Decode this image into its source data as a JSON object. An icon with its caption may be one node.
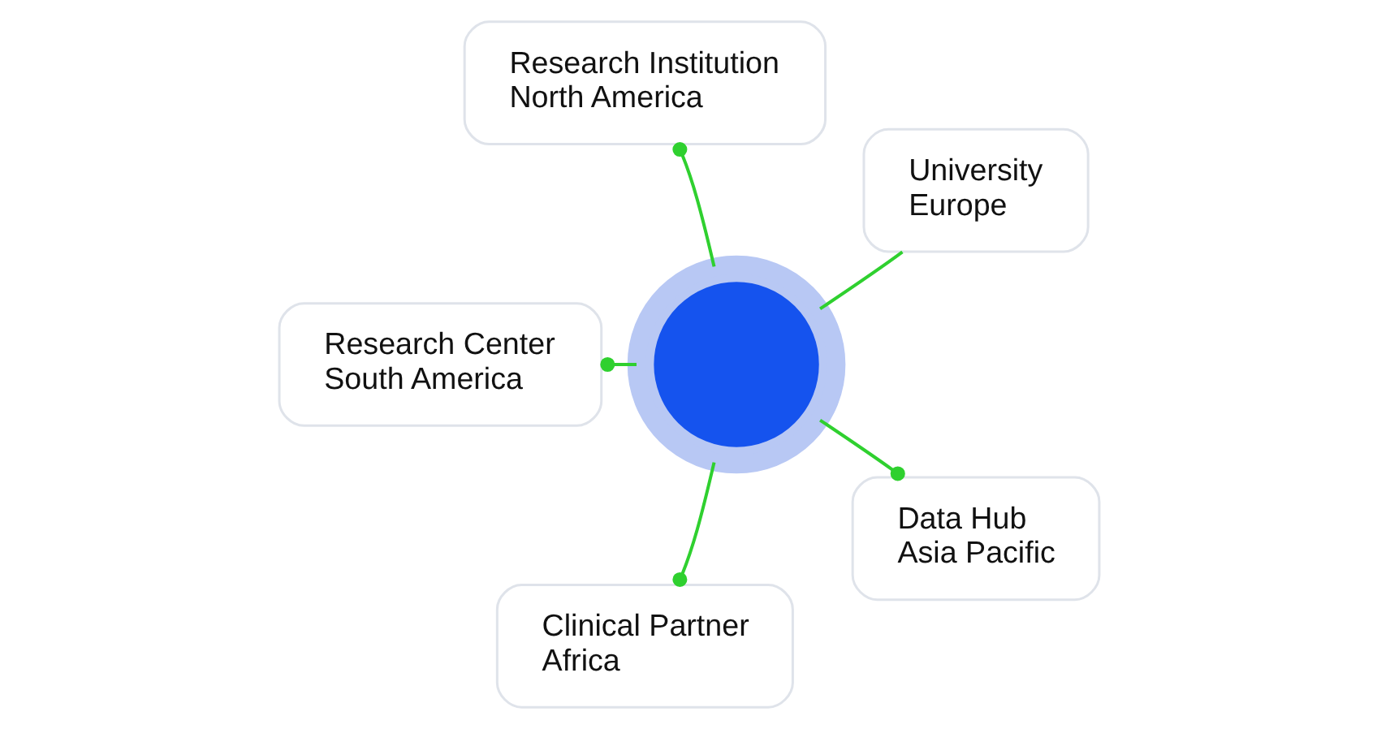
{
  "diagram": {
    "nodes": [
      {
        "text": [
          "Research Institution",
          "North America"
        ]
      },
      {
        "text": [
          "University",
          "Europe"
        ]
      },
      {
        "text": [],
        "shape": "circle"
      },
      {
        "text": [
          "Research Center",
          "South America"
        ]
      },
      {
        "text": [
          "Data Hub",
          "Asia Pacific"
        ]
      },
      {
        "text": [
          "Clinical Partner",
          "Africa"
        ]
      }
    ],
    "edges": [
      {
        "from": 2,
        "to": 0,
        "arrow": "other"
      },
      {
        "from": 2,
        "to": 1,
        "arrow": "none"
      },
      {
        "from": 2,
        "to": 4,
        "arrow": "other"
      },
      {
        "from": 2,
        "to": 5,
        "arrow": "other"
      },
      {
        "from": 2,
        "to": 3,
        "arrow": "other"
      }
    ]
  }
}
